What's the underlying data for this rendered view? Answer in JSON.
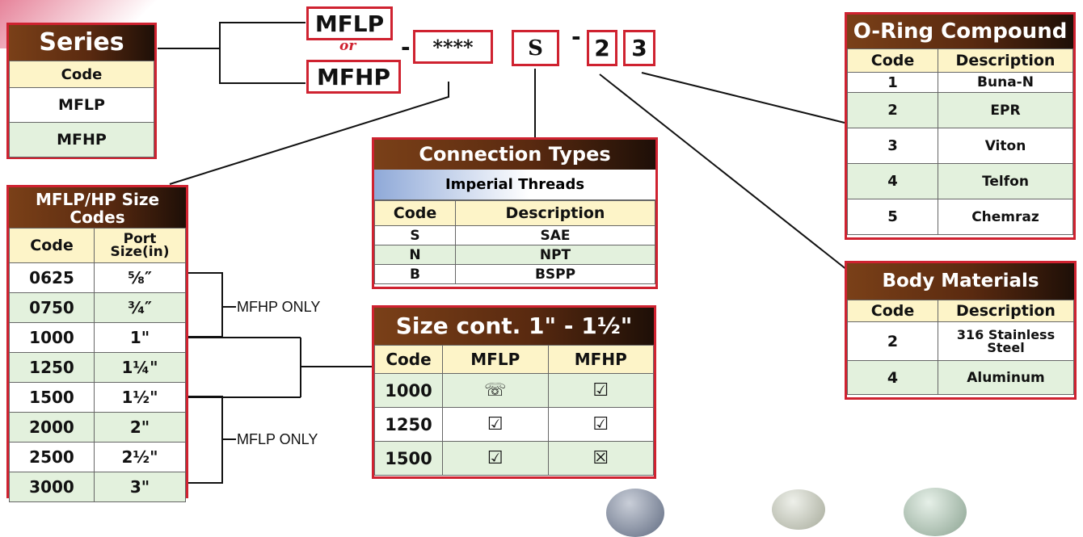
{
  "part_number": {
    "series_top": "MFLP",
    "series_or": "or",
    "series_bottom": "MFHP",
    "dash1": "-",
    "size_code": "****",
    "connection": "S",
    "dash2": "-",
    "body_material": "2",
    "oring": "3"
  },
  "series": {
    "title": "Series",
    "header": "Code",
    "rows": [
      "MFLP",
      "MFHP"
    ]
  },
  "size_codes": {
    "title": "MFLP/HP Size Codes",
    "headers": [
      "Code",
      "Port Size(in)"
    ],
    "rows": [
      [
        "0625",
        "⁵⁄₈″"
      ],
      [
        "0750",
        "³⁄₄″"
      ],
      [
        "1000",
        "1\""
      ],
      [
        "1250",
        "1¼\""
      ],
      [
        "1500",
        "1½\""
      ],
      [
        "2000",
        "2\""
      ],
      [
        "2500",
        "2½\""
      ],
      [
        "3000",
        "3\""
      ]
    ],
    "note_hp": "MFHP ONLY",
    "note_lp": "MFLP ONLY"
  },
  "connection_types": {
    "title": "Connection Types",
    "subtitle": "Imperial Threads",
    "headers": [
      "Code",
      "Description"
    ],
    "rows": [
      [
        "S",
        "SAE"
      ],
      [
        "N",
        "NPT"
      ],
      [
        "B",
        "BSPP"
      ]
    ]
  },
  "size_cont": {
    "title": "Size cont. 1\" - 1½\"",
    "headers": [
      "Code",
      "MFLP",
      "MFHP"
    ],
    "rows": [
      [
        "1000",
        "phone-icon",
        "check-icon"
      ],
      [
        "1250",
        "check-icon",
        "check-icon"
      ],
      [
        "1500",
        "check-icon",
        "cross-icon"
      ]
    ]
  },
  "oring": {
    "title": "O-Ring Compound",
    "headers": [
      "Code",
      "Description"
    ],
    "rows": [
      [
        "1",
        "Buna-N"
      ],
      [
        "2",
        "EPR"
      ],
      [
        "3",
        "Viton"
      ],
      [
        "4",
        "Telfon"
      ],
      [
        "5",
        "Chemraz"
      ]
    ]
  },
  "body": {
    "title": "Body Materials",
    "headers": [
      "Code",
      "Description"
    ],
    "rows": [
      [
        "2",
        "316 Stainless Steel"
      ],
      [
        "4",
        "Aluminum"
      ]
    ]
  },
  "colors": {
    "border": "#cf2230",
    "header_bg": "#5a2a10",
    "row_green": "#e3f1dd",
    "row_cream": "#fdf4c8"
  }
}
